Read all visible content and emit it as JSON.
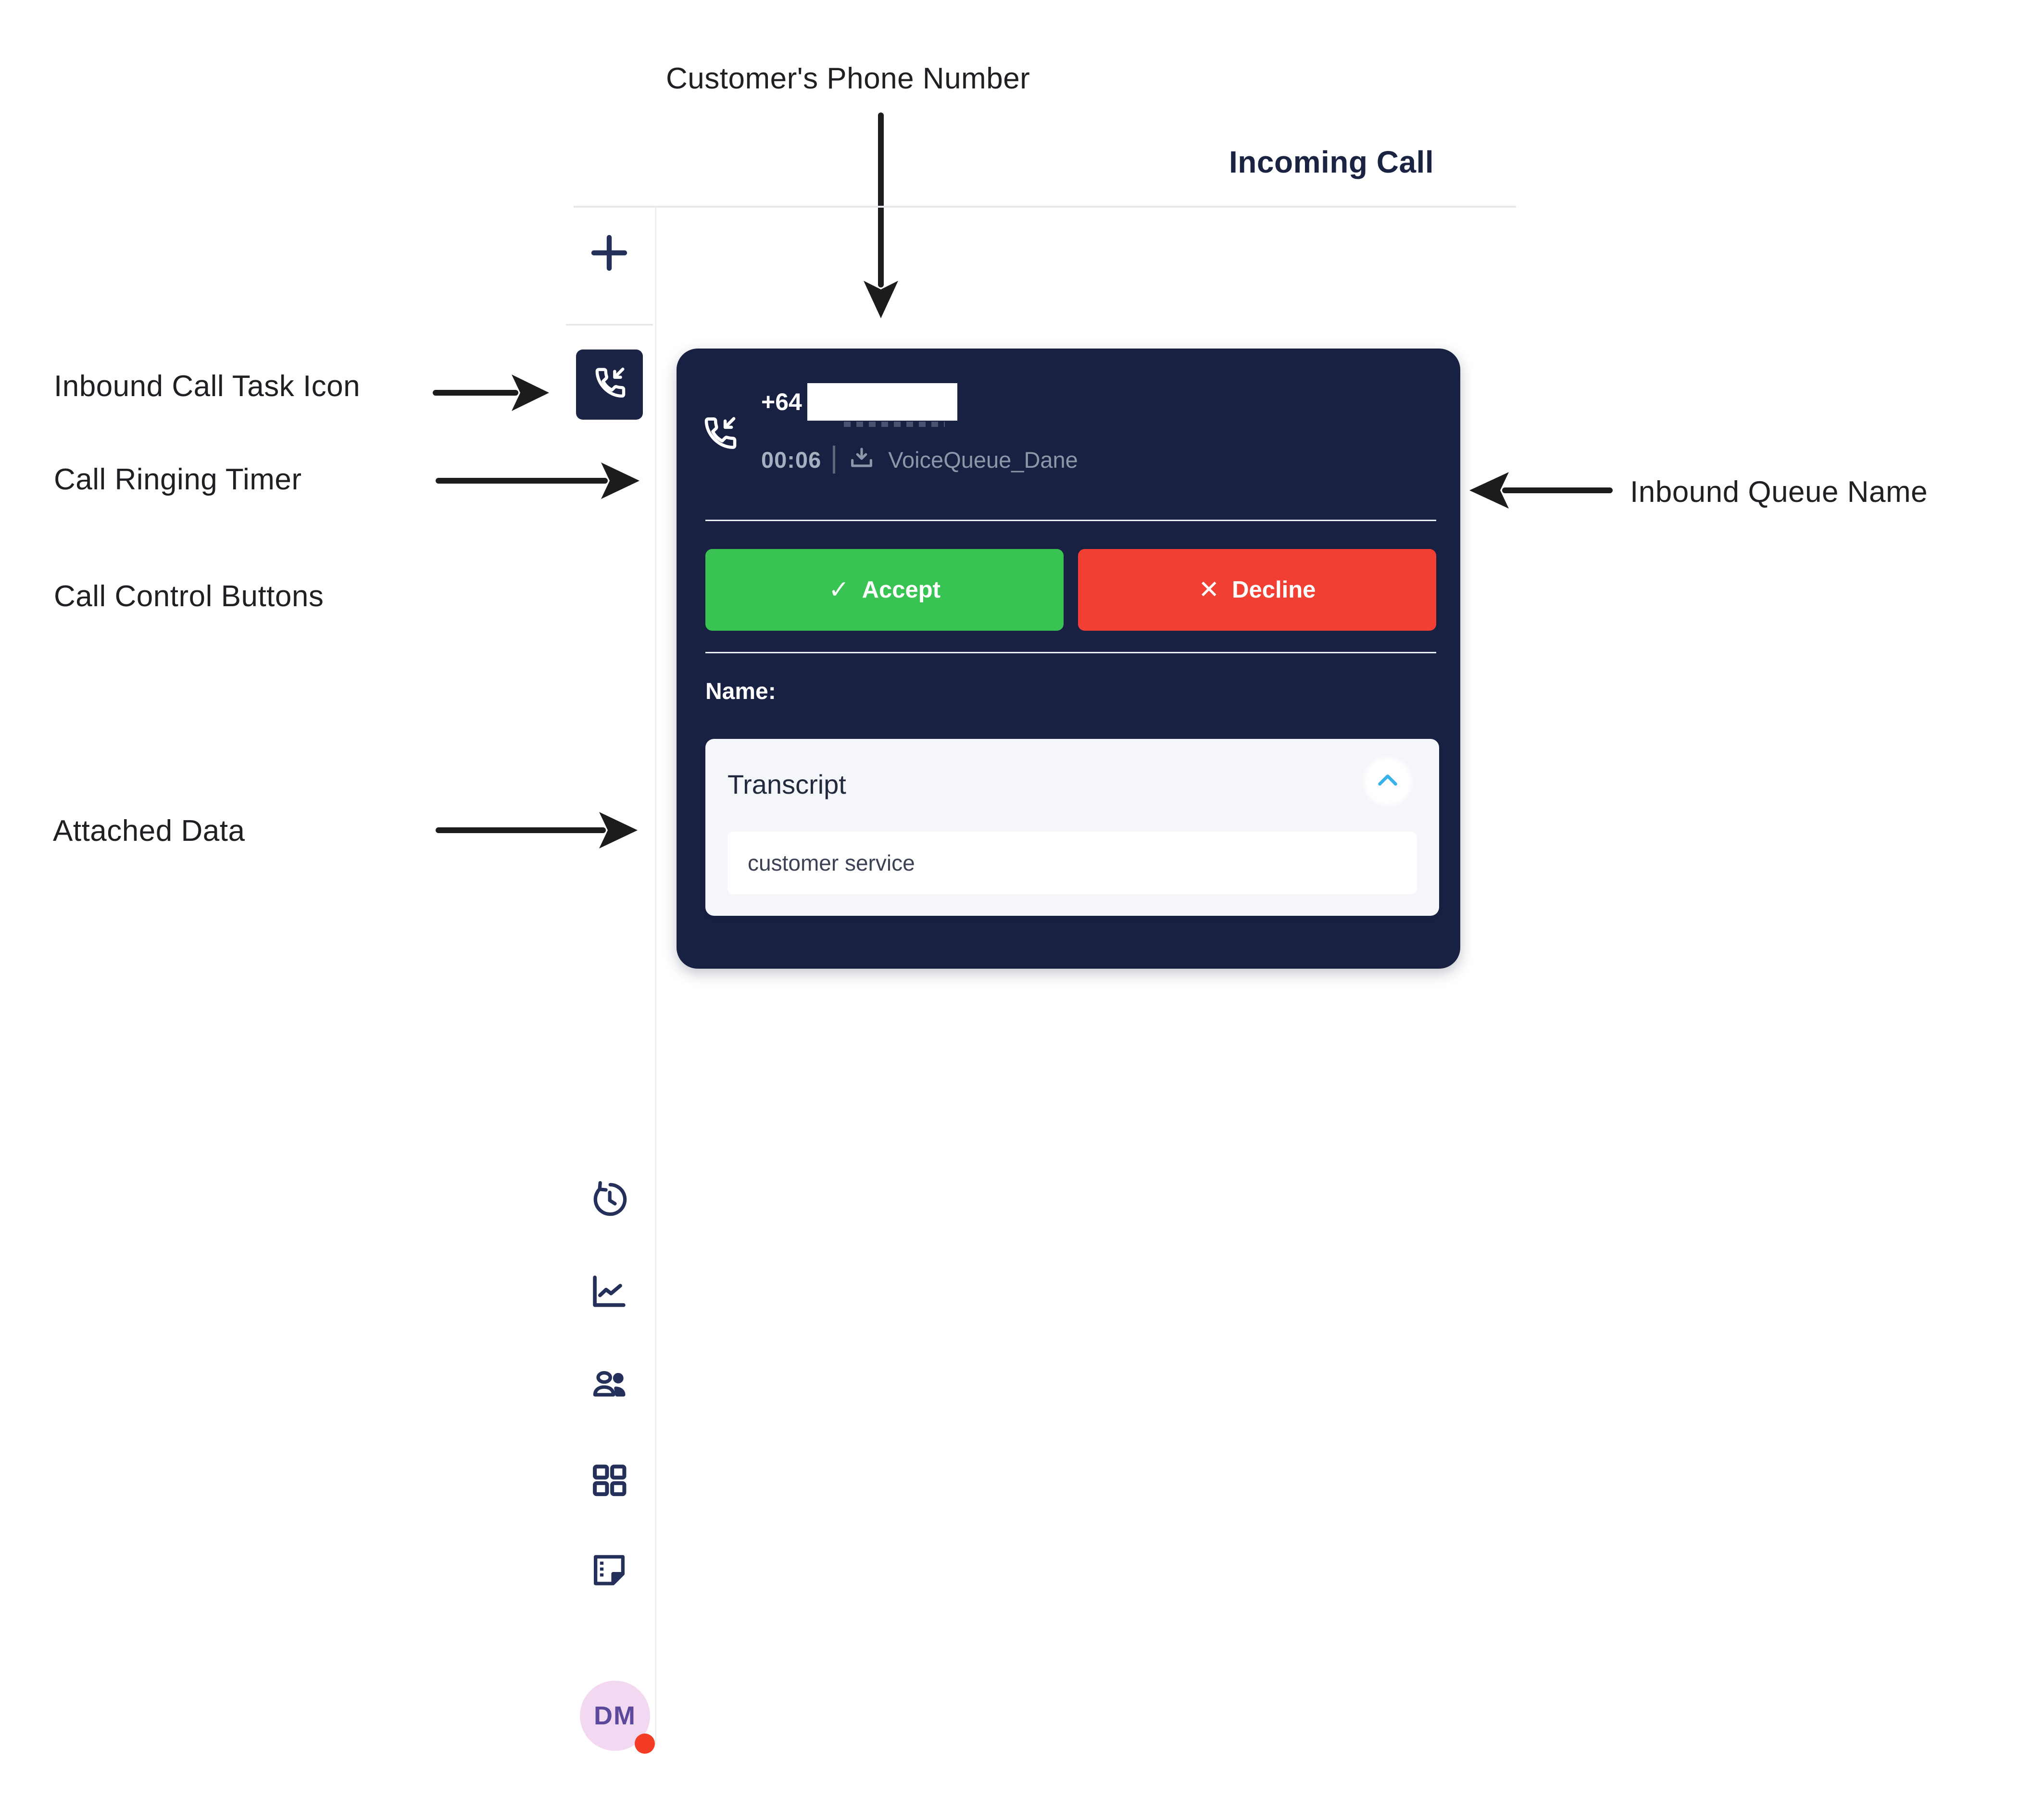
{
  "annotations": {
    "customer_phone": "Customer's Phone Number",
    "inbound_task": "Inbound Call Task Icon",
    "ringing_timer": "Call Ringing Timer",
    "call_controls": "Call Control Buttons",
    "attached_data": "Attached Data",
    "queue_name": "Inbound Queue Name"
  },
  "header": {
    "title": "Incoming Call"
  },
  "card": {
    "phone_prefix": "+64",
    "timer": "00:06",
    "queue": "VoiceQueue_Dane",
    "accept": "Accept",
    "decline": "Decline",
    "name_label": "Name:",
    "transcript_title": "Transcript",
    "transcript_value": "customer service"
  },
  "icons": {
    "check": "✓",
    "x": "✕"
  },
  "avatar": {
    "initials": "DM"
  },
  "colors": {
    "card_navy": "#192142",
    "accept_green": "#38c352",
    "decline_red": "#f23f33",
    "chevron_blue": "#38b2e8",
    "muted_gray": "#8e96a9",
    "avatar_pink": "#f2d8f0",
    "presence_red": "#f43b25",
    "icon_navy": "#24305a"
  }
}
